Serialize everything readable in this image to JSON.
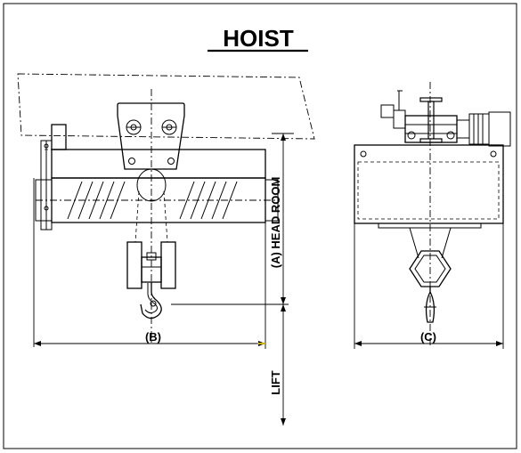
{
  "title": "HOIST",
  "labels": {
    "head_room": "(A) HEAD ROOM",
    "lift": "LIFT",
    "width_b": "(B)",
    "width_c": "(C)"
  },
  "colors": {
    "line": "#000000",
    "background": "#ffffff",
    "accent": "#c8b400"
  }
}
